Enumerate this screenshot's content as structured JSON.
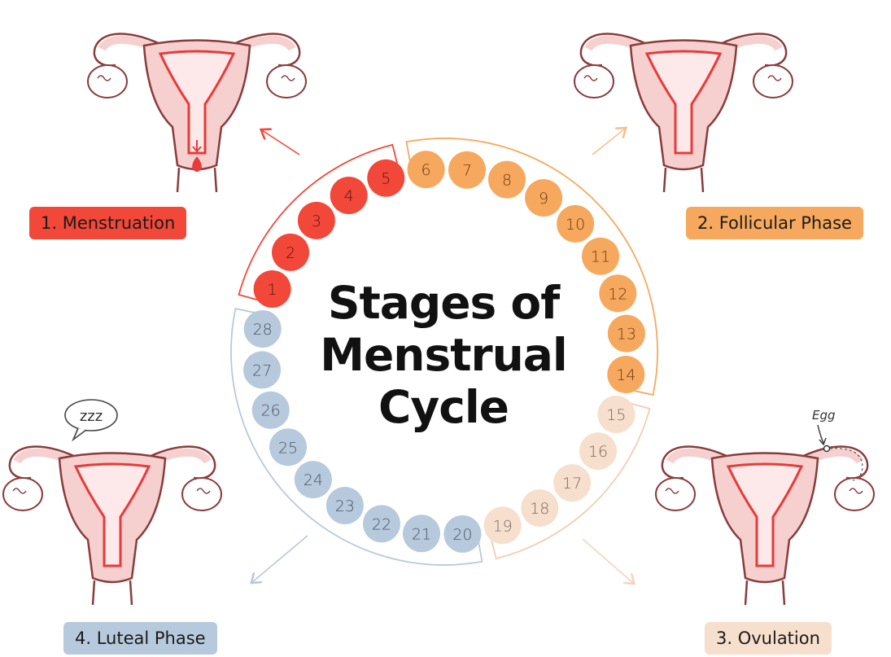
{
  "title": {
    "line1": "Stages of",
    "line2": "Menstrual",
    "line3": "Cycle"
  },
  "colors": {
    "menstruation": "#f2483a",
    "follicular": "#f6a95e",
    "ovulation": "#f7dfcd",
    "luteal": "#b7c9dc",
    "uterus_fill": "#f6cfcf",
    "uterus_line": "#8a3c3c",
    "lining": "#e83a3a"
  },
  "phases": [
    {
      "id": "menstruation",
      "label": "1. Menstruation",
      "color": "#f2483a"
    },
    {
      "id": "follicular",
      "label": "2. Follicular Phase",
      "color": "#f6a95e"
    },
    {
      "id": "ovulation",
      "label": "3. Ovulation",
      "color": "#f7dfcd"
    },
    {
      "id": "luteal",
      "label": "4. Luteal Phase",
      "color": "#b7c9dc"
    }
  ],
  "days": [
    {
      "n": "1",
      "phase": "menstruation"
    },
    {
      "n": "2",
      "phase": "menstruation"
    },
    {
      "n": "3",
      "phase": "menstruation"
    },
    {
      "n": "4",
      "phase": "menstruation"
    },
    {
      "n": "5",
      "phase": "menstruation"
    },
    {
      "n": "6",
      "phase": "follicular"
    },
    {
      "n": "7",
      "phase": "follicular"
    },
    {
      "n": "8",
      "phase": "follicular"
    },
    {
      "n": "9",
      "phase": "follicular"
    },
    {
      "n": "10",
      "phase": "follicular"
    },
    {
      "n": "11",
      "phase": "follicular"
    },
    {
      "n": "12",
      "phase": "follicular"
    },
    {
      "n": "13",
      "phase": "follicular"
    },
    {
      "n": "14",
      "phase": "follicular"
    },
    {
      "n": "15",
      "phase": "ovulation"
    },
    {
      "n": "16",
      "phase": "ovulation"
    },
    {
      "n": "17",
      "phase": "ovulation"
    },
    {
      "n": "18",
      "phase": "ovulation"
    },
    {
      "n": "19",
      "phase": "ovulation"
    },
    {
      "n": "20",
      "phase": "luteal"
    },
    {
      "n": "21",
      "phase": "luteal"
    },
    {
      "n": "22",
      "phase": "luteal"
    },
    {
      "n": "23",
      "phase": "luteal"
    },
    {
      "n": "24",
      "phase": "luteal"
    },
    {
      "n": "25",
      "phase": "luteal"
    },
    {
      "n": "26",
      "phase": "luteal"
    },
    {
      "n": "27",
      "phase": "luteal"
    },
    {
      "n": "28",
      "phase": "luteal"
    }
  ],
  "annotations": {
    "sleep": "zzz",
    "egg": "Egg"
  },
  "icons": [
    "uterus-illustration",
    "blood-drop-icon",
    "sleep-bubble-icon",
    "egg-icon",
    "arrow-icon"
  ]
}
